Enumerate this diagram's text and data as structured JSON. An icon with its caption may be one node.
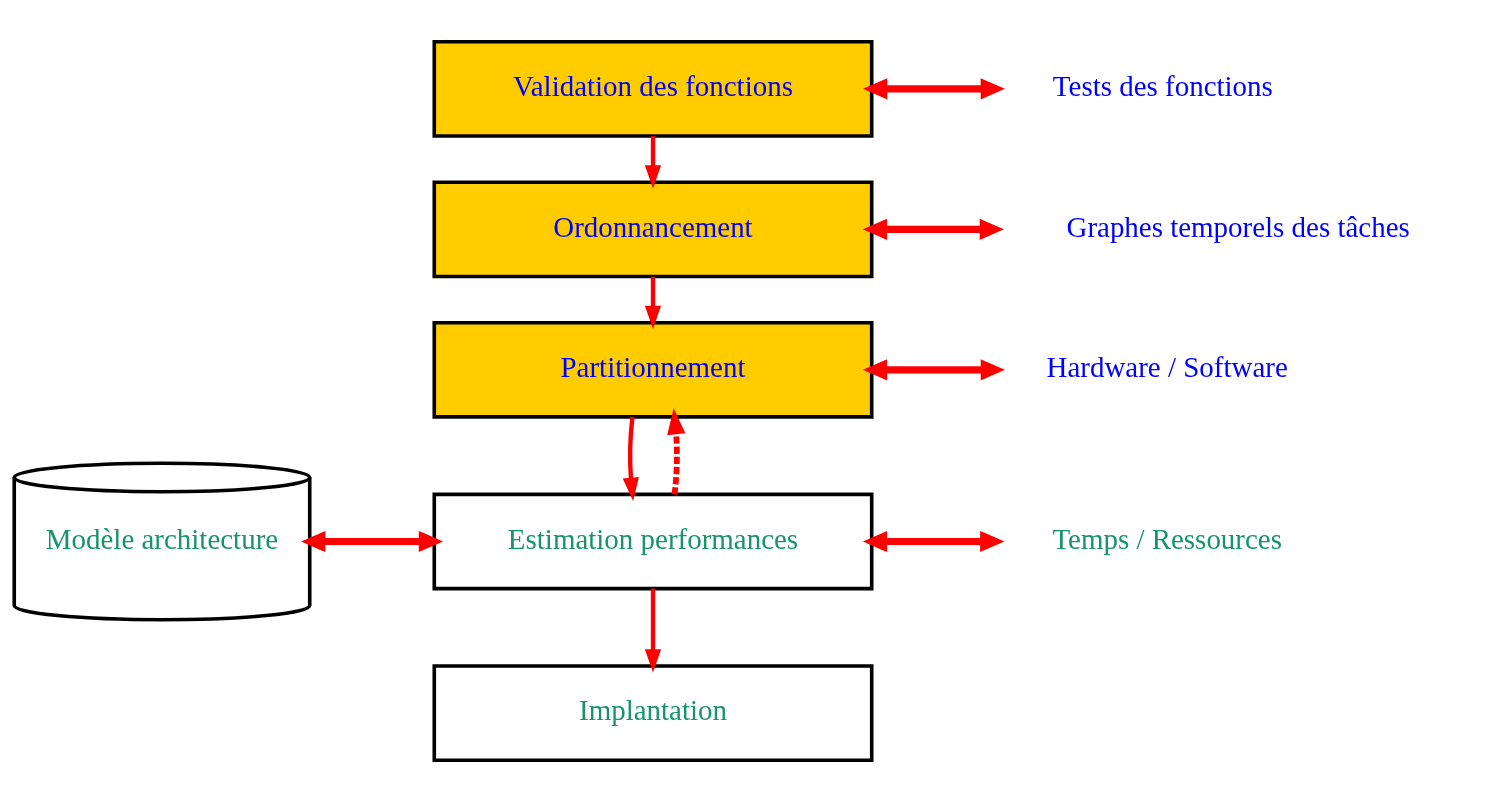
{
  "diagram": {
    "nodes": [
      {
        "text": [
          "Validation des fonctions"
        ]
      },
      {
        "text": [
          "Tests des fonctions"
        ]
      },
      {
        "text": [
          "Ordonnancement"
        ]
      },
      {
        "text": [
          "Graphes temporels des tâches"
        ]
      },
      {
        "text": [
          "Partitionnement"
        ]
      },
      {
        "text": [
          "Hardware / Software"
        ]
      },
      {
        "text": [
          "Modèle architecture"
        ]
      },
      {
        "text": [
          "Estimation performances"
        ]
      },
      {
        "text": [
          "Temps / Ressources"
        ]
      },
      {
        "text": [
          "Implantation"
        ]
      }
    ],
    "edges": [
      {
        "from": 0,
        "to": 1,
        "arrow": "both"
      },
      {
        "from": 0,
        "to": 2,
        "arrow": "to"
      },
      {
        "from": 2,
        "to": 3,
        "arrow": "both"
      },
      {
        "from": 2,
        "to": 4,
        "arrow": "to"
      },
      {
        "from": 4,
        "to": 5,
        "arrow": "both"
      },
      {
        "from": 4,
        "to": 7,
        "arrow": "to"
      },
      {
        "from": 6,
        "to": 7,
        "arrow": "both"
      },
      {
        "from": 7,
        "to": 8,
        "arrow": "both"
      },
      {
        "from": 7,
        "to": 9,
        "arrow": "to"
      },
      {
        "from": 7,
        "to": 4,
        "arrow": "to",
        "style": "dashed"
      }
    ]
  }
}
